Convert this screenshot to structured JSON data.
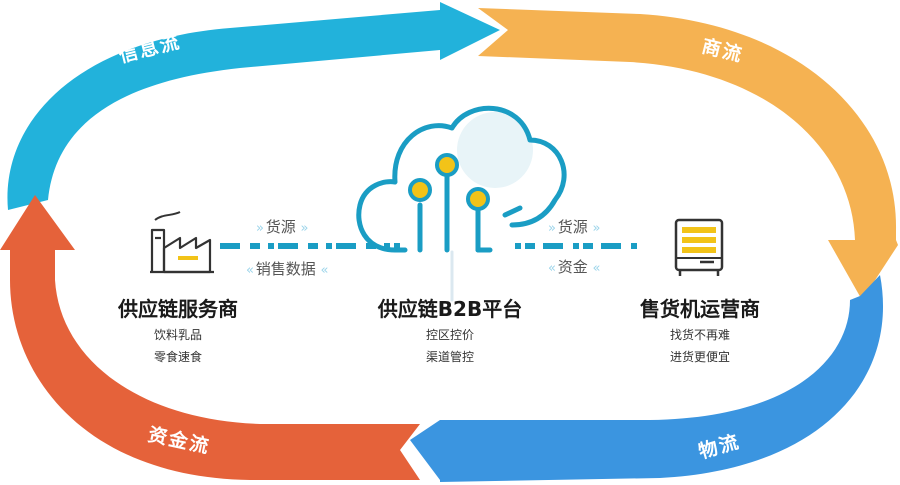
{
  "flows": {
    "info": "信息流",
    "commerce": "商流",
    "logistics": "物流",
    "capital": "资金流"
  },
  "colors": {
    "info": "#22b2db",
    "commerce": "#f5b252",
    "logistics": "#3b95e0",
    "capital": "#e5623a",
    "accent": "#1a9dc4",
    "gold": "#f2c318"
  },
  "nodes": {
    "supplier": {
      "title": "供应链服务商",
      "lines": [
        "饮料乳品",
        "零食速食"
      ]
    },
    "platform": {
      "title": "供应链B2B平台",
      "lines": [
        "控区控价",
        "渠道管控"
      ]
    },
    "operator": {
      "title": "售货机运营商",
      "lines": [
        "找货不再难",
        "进货更便宜"
      ]
    }
  },
  "connectors": {
    "left_top": "货源",
    "left_bottom": "销售数据",
    "right_top": "货源",
    "right_bottom": "资金"
  },
  "icons": {
    "supplier": "factory-icon",
    "platform": "cloud-network-icon",
    "operator": "vending-machine-icon"
  }
}
